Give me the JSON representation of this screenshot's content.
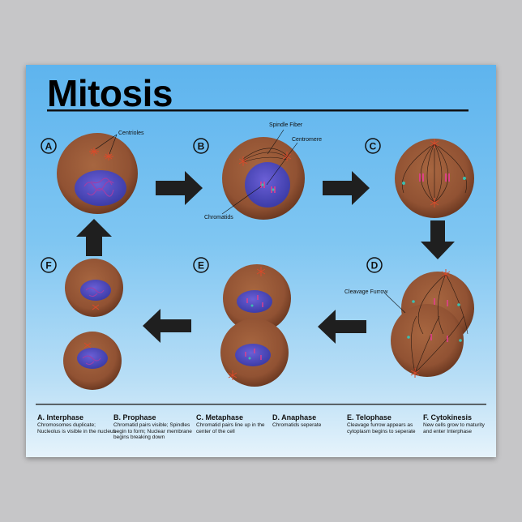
{
  "title": "Mitosis",
  "colors": {
    "cell": "#9b5a3a",
    "nucleus": "#4a4ac0",
    "chromosome": "#b32d8a",
    "centriole": "#d94a2a",
    "teal": "#3bbfb0",
    "arrow": "#1f1f1f"
  },
  "stages": [
    {
      "letter": "A",
      "name": "A. Interphase",
      "description": "Chromosomes duplicate; Nucleolus is visible in the nucleus"
    },
    {
      "letter": "B",
      "name": "B. Prophase",
      "description": "Chromatid pairs visible; Spindles begin to form; Nuclear membrane begins breaking down"
    },
    {
      "letter": "C",
      "name": "C. Metaphase",
      "description": "Chromatid pairs line up in the center of the cell"
    },
    {
      "letter": "D",
      "name": "D. Anaphase",
      "description": "Chromatids seperate"
    },
    {
      "letter": "E",
      "name": "E. Telophase",
      "description": "Cleavage furrow appears as cytoplasm begins to seperate"
    },
    {
      "letter": "F",
      "name": "F. Cytokinesis",
      "description": "New cells grow to maturity and enter Interphase"
    }
  ],
  "labels": {
    "centrioles": "Centrioles",
    "spindle_fiber": "Spindle Fiber",
    "centromere": "Centromere",
    "chromatids": "Chromatids",
    "cleavage_furrow": "Cleavage Furrow"
  }
}
